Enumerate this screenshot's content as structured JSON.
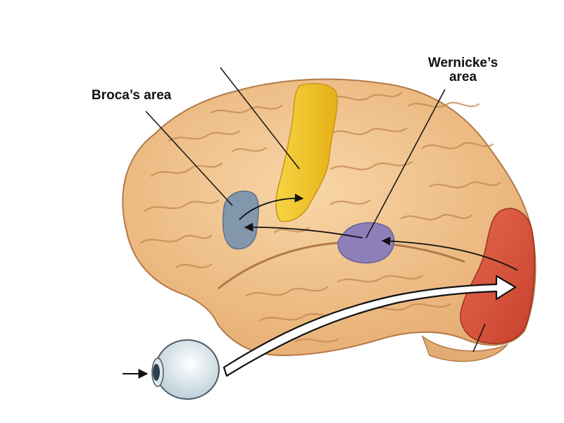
{
  "labels": {
    "broca": "Broca’s area",
    "wernicke_line1": "Wernicke’s",
    "wernicke_line2": "area"
  },
  "regions": [
    {
      "name": "brocas-area",
      "color": "#8296ac"
    },
    {
      "name": "motor-cortex",
      "color": "#f3c52a"
    },
    {
      "name": "wernickes-area",
      "color": "#8f7fb9"
    },
    {
      "name": "visual-cortex",
      "color": "#d9533c"
    }
  ],
  "colors": {
    "brain": "#f0c08a",
    "brain_outline": "#b27a48",
    "gyri": "#c48650",
    "eye": "#e8f0f4",
    "eye_iris": "#2c4150",
    "arrow": "#111111"
  }
}
